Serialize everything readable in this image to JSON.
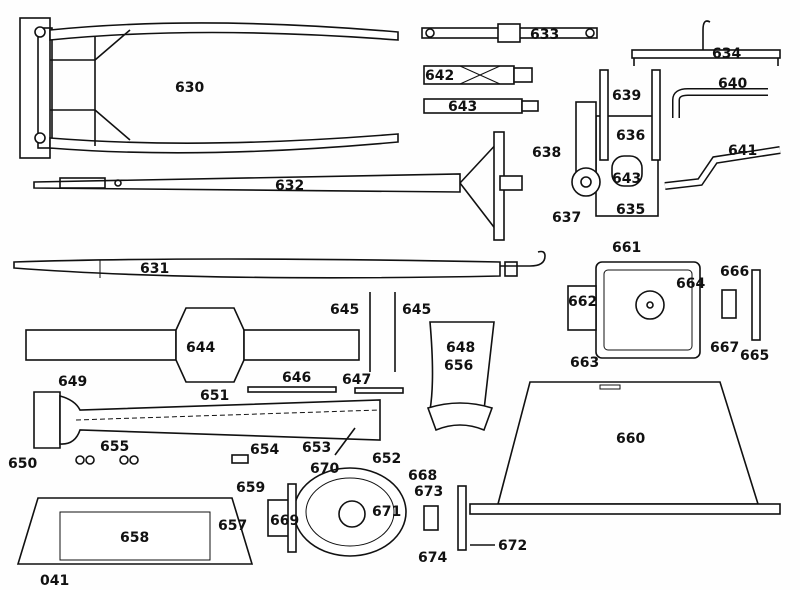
{
  "plate": "041",
  "labels": {
    "l630": "630",
    "l631": "631",
    "l632": "632",
    "l633": "633",
    "l634": "634",
    "l635": "635",
    "l636": "636",
    "l637": "637",
    "l638": "638",
    "l639": "639",
    "l640": "640",
    "l641": "641",
    "l642": "642",
    "l643a": "643",
    "l643b": "643",
    "l644": "644",
    "l645a": "645",
    "l645b": "645",
    "l646": "646",
    "l647": "647",
    "l648": "648",
    "l649": "649",
    "l650": "650",
    "l651": "651",
    "l652": "652",
    "l653": "653",
    "l654": "654",
    "l655": "655",
    "l656": "656",
    "l657": "657",
    "l658": "658",
    "l659": "659",
    "l660": "660",
    "l661": "661",
    "l662": "662",
    "l663": "663",
    "l664": "664",
    "l665": "665",
    "l666": "666",
    "l667": "667",
    "l668": "668",
    "l669": "669",
    "l670": "670",
    "l671": "671",
    "l672": "672",
    "l673": "673",
    "l674": "674"
  }
}
